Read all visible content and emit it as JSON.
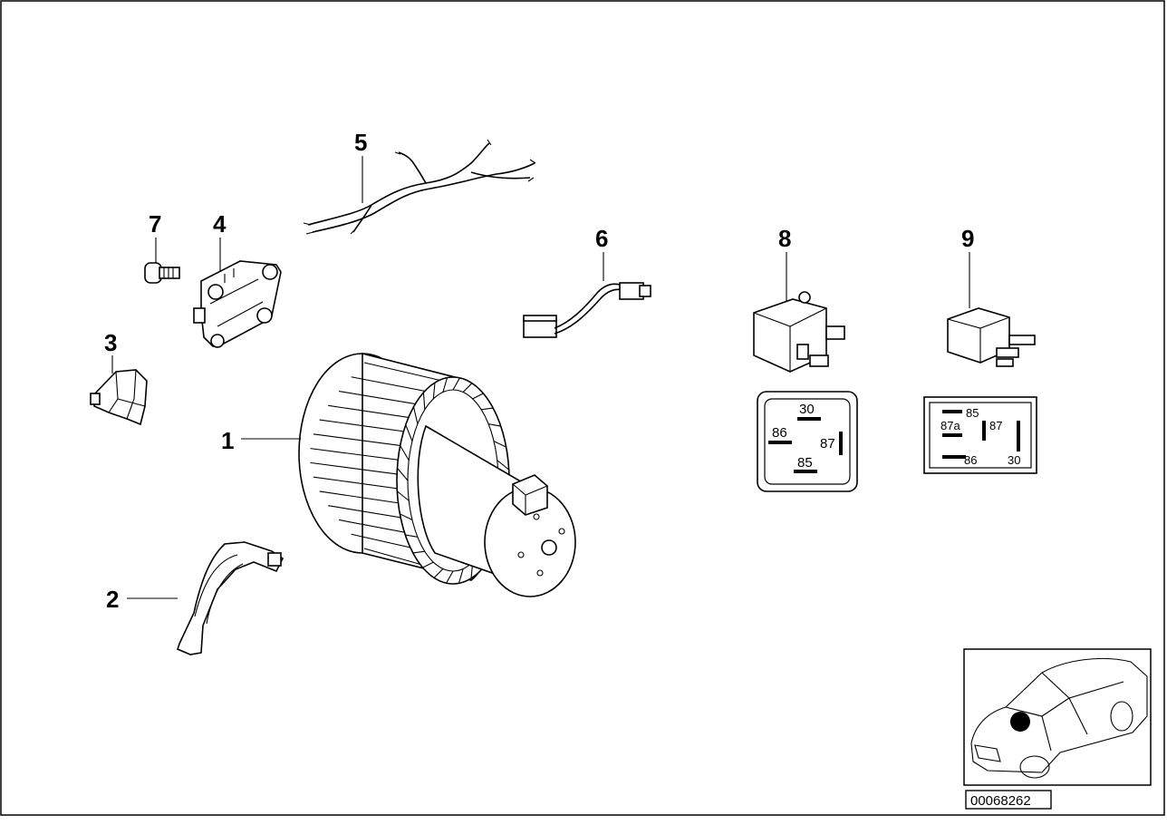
{
  "diagram": {
    "callouts": [
      {
        "id": "1",
        "text": "1"
      },
      {
        "id": "2",
        "text": "2"
      },
      {
        "id": "3",
        "text": "3"
      },
      {
        "id": "4",
        "text": "4"
      },
      {
        "id": "5",
        "text": "5"
      },
      {
        "id": "6",
        "text": "6"
      },
      {
        "id": "7",
        "text": "7"
      },
      {
        "id": "8",
        "text": "8"
      },
      {
        "id": "9",
        "text": "9"
      }
    ],
    "relay8_pins": [
      "30",
      "86",
      "87",
      "85"
    ],
    "relay9_pins": [
      "85",
      "87a",
      "87",
      "86",
      "30"
    ],
    "reference_number": "00068262"
  }
}
